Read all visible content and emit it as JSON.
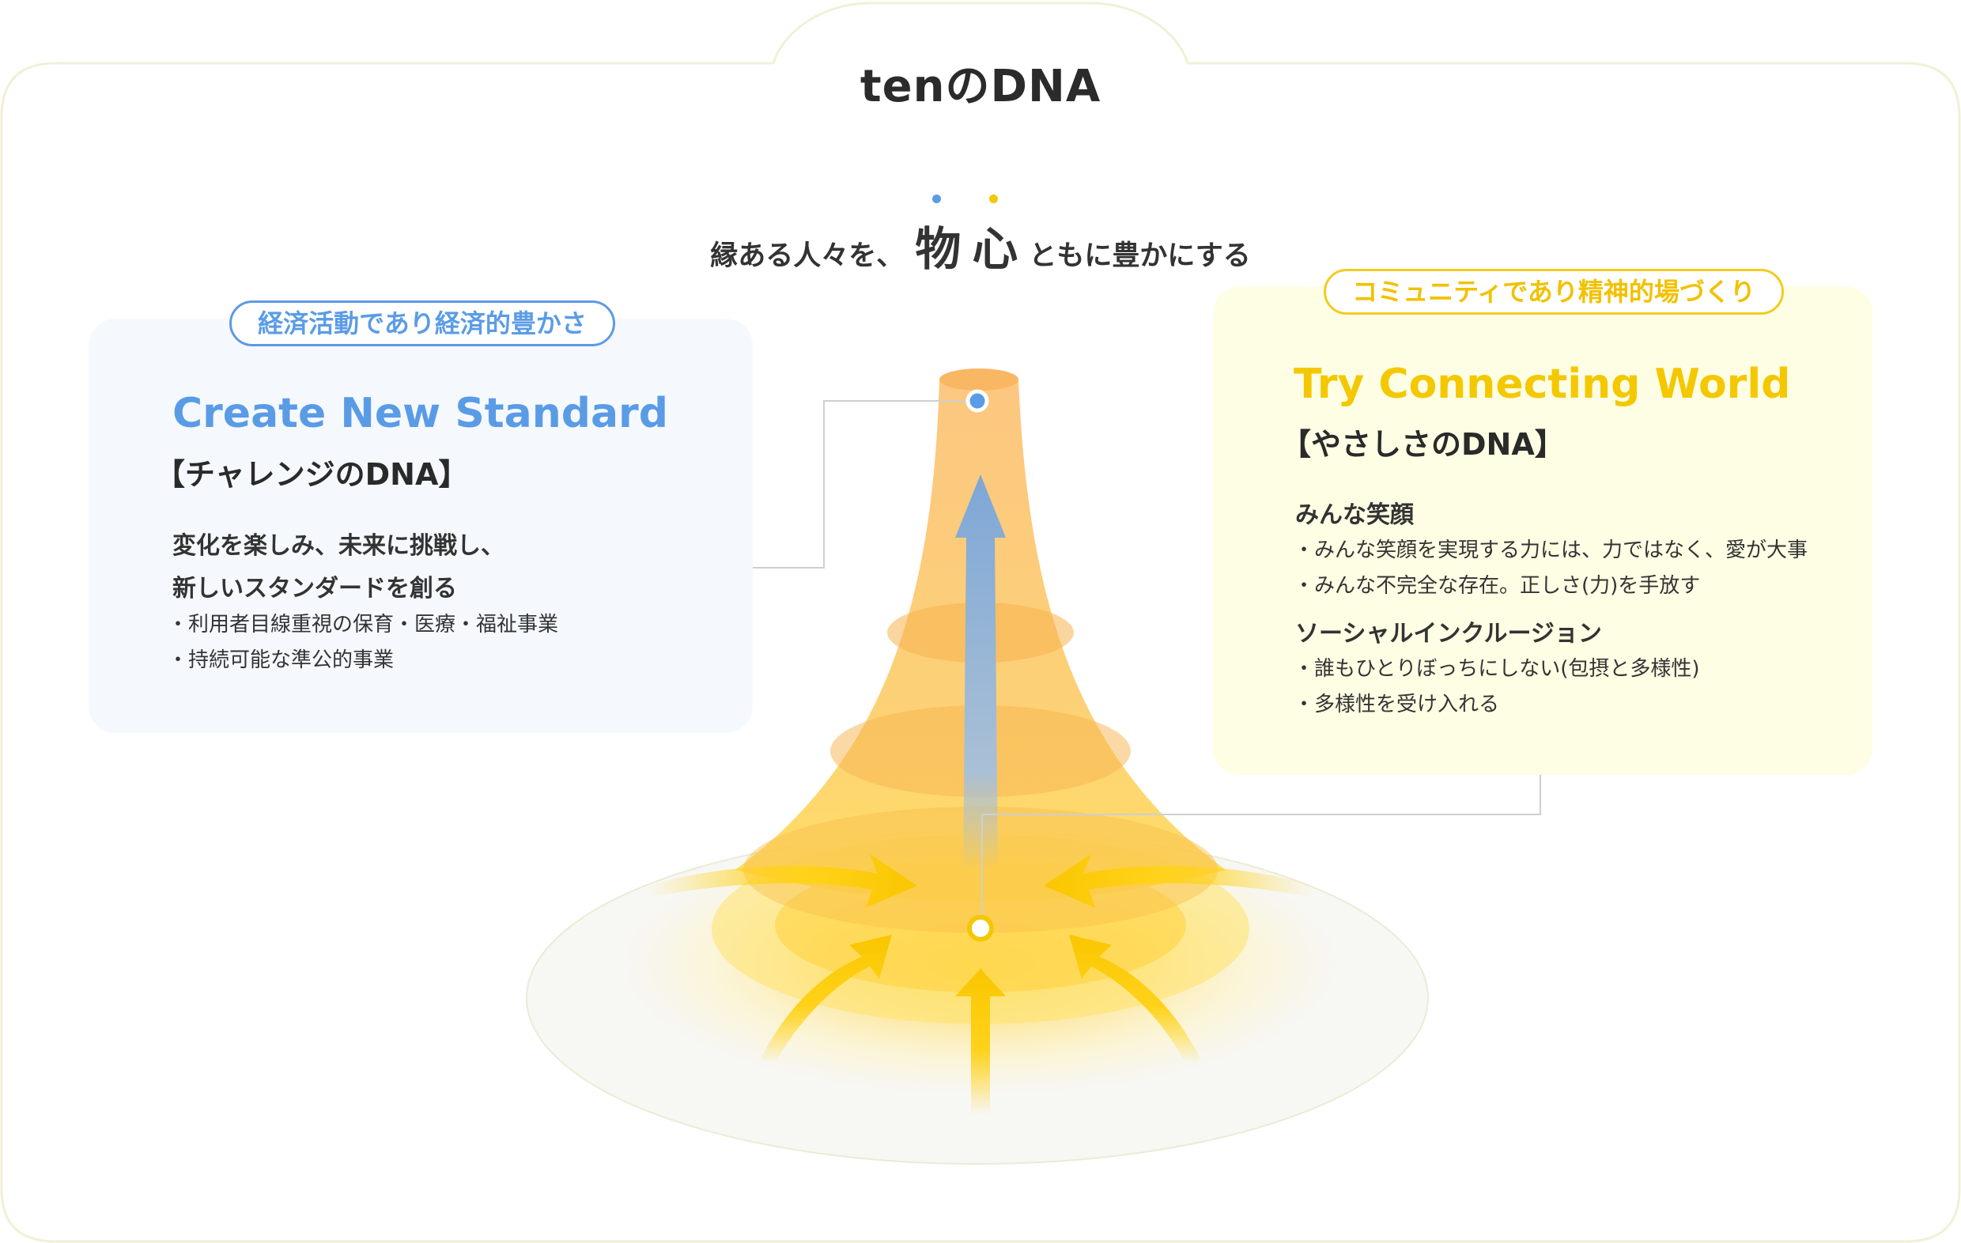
{
  "page": {
    "title": "tenのDNA",
    "tagline": {
      "before": "縁ある人々を、",
      "emphasis_1": "物",
      "emphasis_2": "心",
      "after": "ともに豊かにする"
    }
  },
  "colors": {
    "blue": "#5b9ce6",
    "yellow": "#f4c800",
    "frame_border": "#f1f0d8",
    "left_card_bg": "#f5f9fe",
    "right_card_bg": "#fefee4",
    "cone_orange": "#fbc06a",
    "cone_yellow": "#ffd83a"
  },
  "left": {
    "badge": "経済活動であり経済的豊かさ",
    "heading": "Create New Standard",
    "subheading": "【チャレンジのDNA】",
    "lead_1": "変化を楽しみ、未来に挑戦し、",
    "lead_2": "新しいスタンダードを創る",
    "bullets": [
      "利用者目線重視の保育・医療・福祉事業",
      "持続可能な準公的事業"
    ]
  },
  "right": {
    "badge": "コミュニティであり精神的場づくり",
    "heading": "Try Connecting World",
    "subheading": "【やさしさのDNA】",
    "section_1": {
      "title": "みんな笑顔",
      "bullets": [
        "みんな笑顔を実現する力には、力ではなく、愛が大事",
        "みんな不完全な存在。正しさ(力)を手放す"
      ]
    },
    "section_2": {
      "title": "ソーシャルインクルージョン",
      "bullets": [
        "誰もひとりぼっちにしない(包摂と多様性)",
        "多様性を受け入れる"
      ]
    }
  },
  "diagram": {
    "icons": [
      "cone-shape",
      "up-arrow-icon",
      "inward-arrow-icon"
    ]
  }
}
